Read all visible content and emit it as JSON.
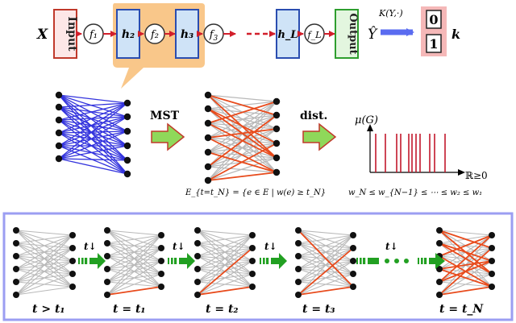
{
  "pipeline": {
    "x_label": "X",
    "input_label": "Input",
    "output_label": "Output",
    "f_labels": [
      "f₁",
      "f₂",
      "f₃",
      "f_L"
    ],
    "h_labels": [
      "h₂",
      "h₃",
      "h_L"
    ],
    "yhat_label": "Ŷ",
    "kernel_label": "K(Y,·)",
    "class_values": [
      "0",
      "1"
    ],
    "k_label": "k"
  },
  "middle": {
    "mst_label": "MST",
    "dist_label": "dist.",
    "edge_set_formula": "E_{t=t_N} = {e ∈ E | w(e) ≥ t_N}",
    "mu_label": "μ(G)",
    "domain_label": "ℝ≥0",
    "weight_order": "w_N ≤ w_{N−1} ≤ ⋯ ≤ w₂ ≤ w₁"
  },
  "filtration": {
    "step_label": "t↓",
    "labels": [
      "t > t₁",
      "t = t₁",
      "t = t₂",
      "t = t₃",
      "t = t_N"
    ]
  },
  "colors": {
    "input_border": "#c0392b",
    "input_fill": "#fde7e7",
    "hidden_border": "#2a4db0",
    "hidden_fill": "#cfe3f7",
    "output_border": "#2e9e2e",
    "output_fill": "#e3f6df",
    "highlight": "#f9c78a",
    "blue_edge": "#3333dd",
    "red_edge": "#e84b1c",
    "gray_edge": "#b9b9b9",
    "green_arrow": "#22a022",
    "mst_arrow": "#8fd85a",
    "panel_border": "#9b9ef2",
    "spike": "#c2182b",
    "class_box": "#f5b8b8"
  }
}
